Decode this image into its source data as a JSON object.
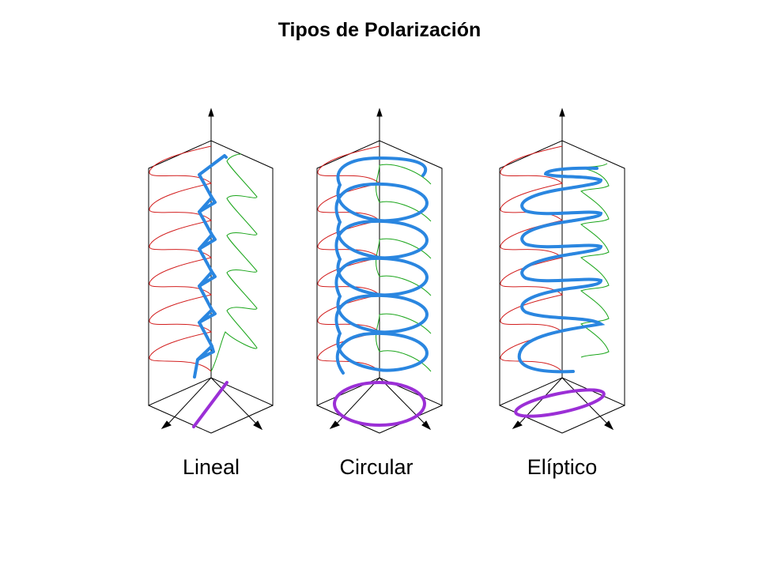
{
  "title": "Tipos de Polarización",
  "panels": [
    {
      "id": "lineal",
      "label": "Lineal",
      "polarization": "linear"
    },
    {
      "id": "circular",
      "label": "Circular",
      "polarization": "circular"
    },
    {
      "id": "eliptico",
      "label": "Elíptico",
      "polarization": "elliptical"
    }
  ],
  "colors": {
    "x_component": "#d21e1e",
    "y_component": "#1aa51a",
    "resultant": "#2a86e0",
    "projection": "#9b2fd6",
    "frame": "#000000"
  }
}
